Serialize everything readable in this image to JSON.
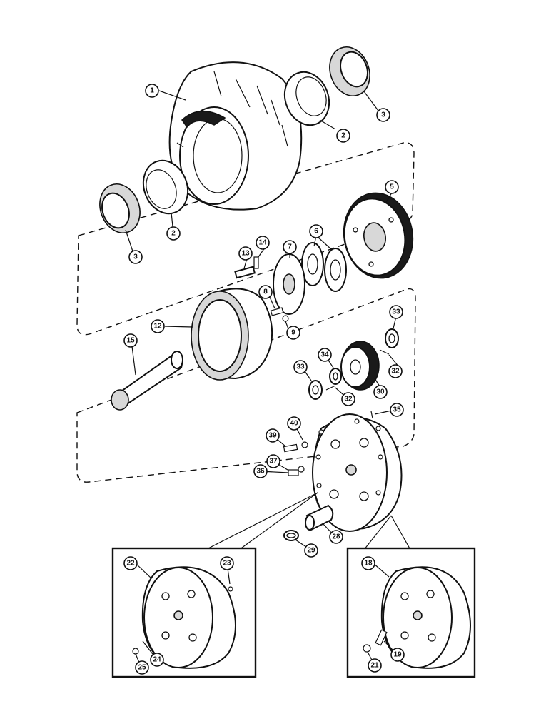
{
  "diagram": {
    "callouts": [
      "1",
      "2",
      "2",
      "3",
      "3",
      "5",
      "6",
      "7",
      "8",
      "9",
      "12",
      "13",
      "14",
      "15",
      "30",
      "32",
      "32",
      "33",
      "33",
      "34",
      "35",
      "36",
      "37",
      "39",
      "40",
      "28",
      "29",
      "22",
      "23",
      "24",
      "25",
      "18",
      "19",
      "21"
    ]
  }
}
